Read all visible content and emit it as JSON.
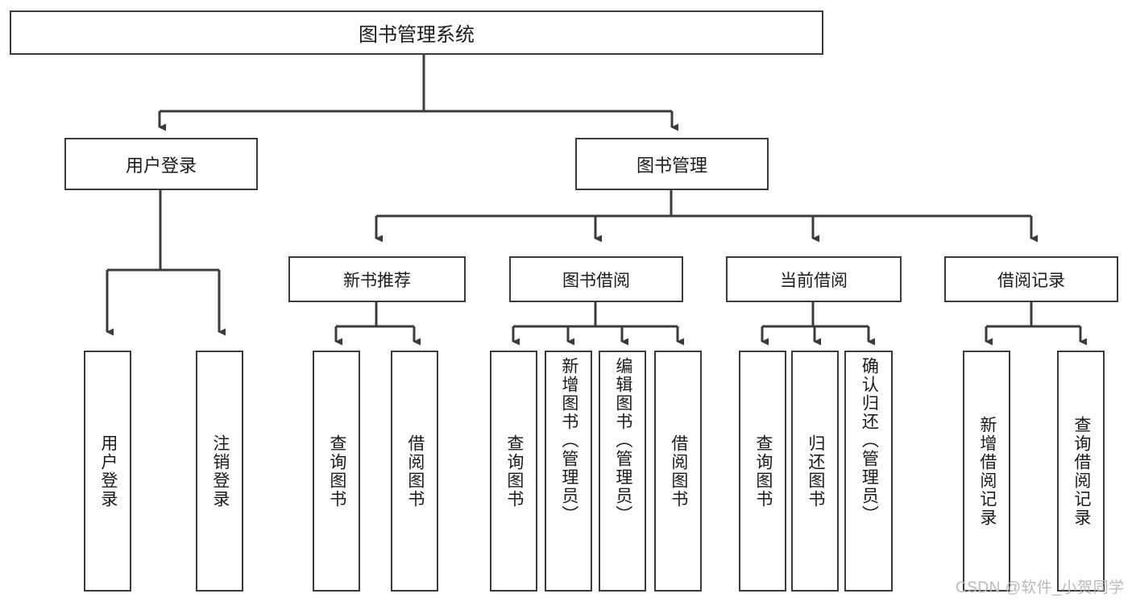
{
  "diagram": {
    "type": "tree",
    "title": "图书管理系统",
    "root": {
      "label": "图书管理系统"
    },
    "level2": [
      {
        "label": "用户登录"
      },
      {
        "label": "图书管理"
      }
    ],
    "level3": [
      {
        "label": "新书推荐"
      },
      {
        "label": "图书借阅"
      },
      {
        "label": "当前借阅"
      },
      {
        "label": "借阅记录"
      }
    ],
    "leaves": {
      "user_login": [
        {
          "label": "用户登录"
        },
        {
          "label": "注销登录"
        }
      ],
      "new_book_recommend": [
        {
          "label": "查询图书"
        },
        {
          "label": "借阅图书"
        }
      ],
      "book_borrow": [
        {
          "label": "查询图书"
        },
        {
          "label": "新增图书（管理员）"
        },
        {
          "label": "编辑图书（管理员）"
        },
        {
          "label": "借阅图书"
        }
      ],
      "current_borrow": [
        {
          "label": "查询图书"
        },
        {
          "label": "归还图书"
        },
        {
          "label": "确认归还（管理员）"
        }
      ],
      "borrow_record": [
        {
          "label": "新增借阅记录"
        },
        {
          "label": "查询借阅记录"
        }
      ]
    }
  },
  "watermark": {
    "text": "CSDN @软件_小贺同学"
  },
  "colors": {
    "border": "#3b3b3b",
    "background": "#ffffff",
    "text": "#1a1a1a",
    "watermark": "#b9b9b9"
  }
}
